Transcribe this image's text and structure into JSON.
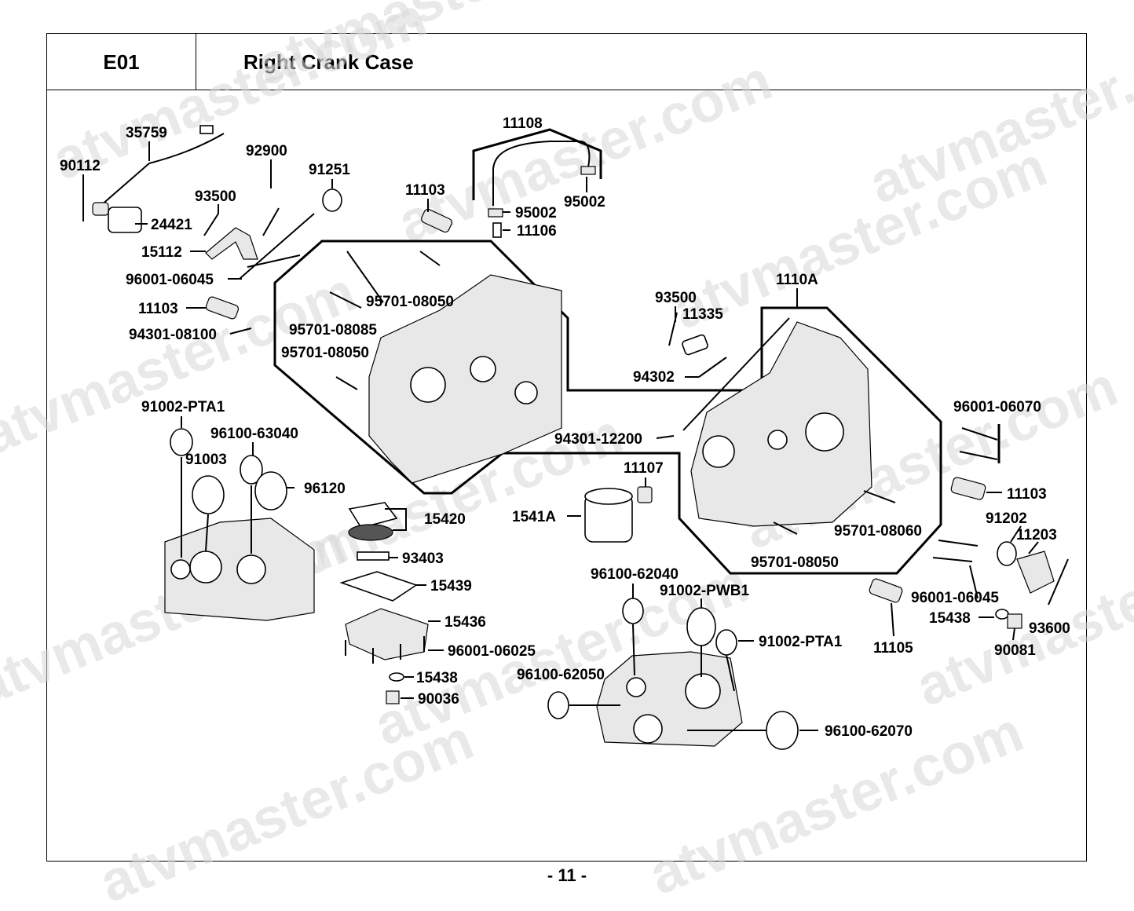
{
  "header": {
    "code": "E01",
    "title": "Right Crank Case"
  },
  "page_number": "- 11 -",
  "watermark": "atvmaster.com",
  "callouts": [
    "35759",
    "90112",
    "92900",
    "91251",
    "93500",
    "24421",
    "15112",
    "96001-06045",
    "11103",
    "94301-08100",
    "11108",
    "95002",
    "95002",
    "11103",
    "11106",
    "95701-08050",
    "95701-08085",
    "95701-08050",
    "93500",
    "11335",
    "94302",
    "1110A",
    "94301-12200",
    "96001-06070",
    "11103",
    "91202",
    "11203",
    "95701-08060",
    "95701-08050",
    "91002-PTA1",
    "96100-63040",
    "91003",
    "96120",
    "15420",
    "1541A",
    "11107",
    "93403",
    "15439",
    "15436",
    "96001-06025",
    "15438",
    "90036",
    "96100-62040",
    "91002-PWB1",
    "91002-PTA1",
    "96100-62050",
    "96100-62070",
    "96001-06045",
    "15438",
    "90081",
    "93600",
    "11105"
  ]
}
